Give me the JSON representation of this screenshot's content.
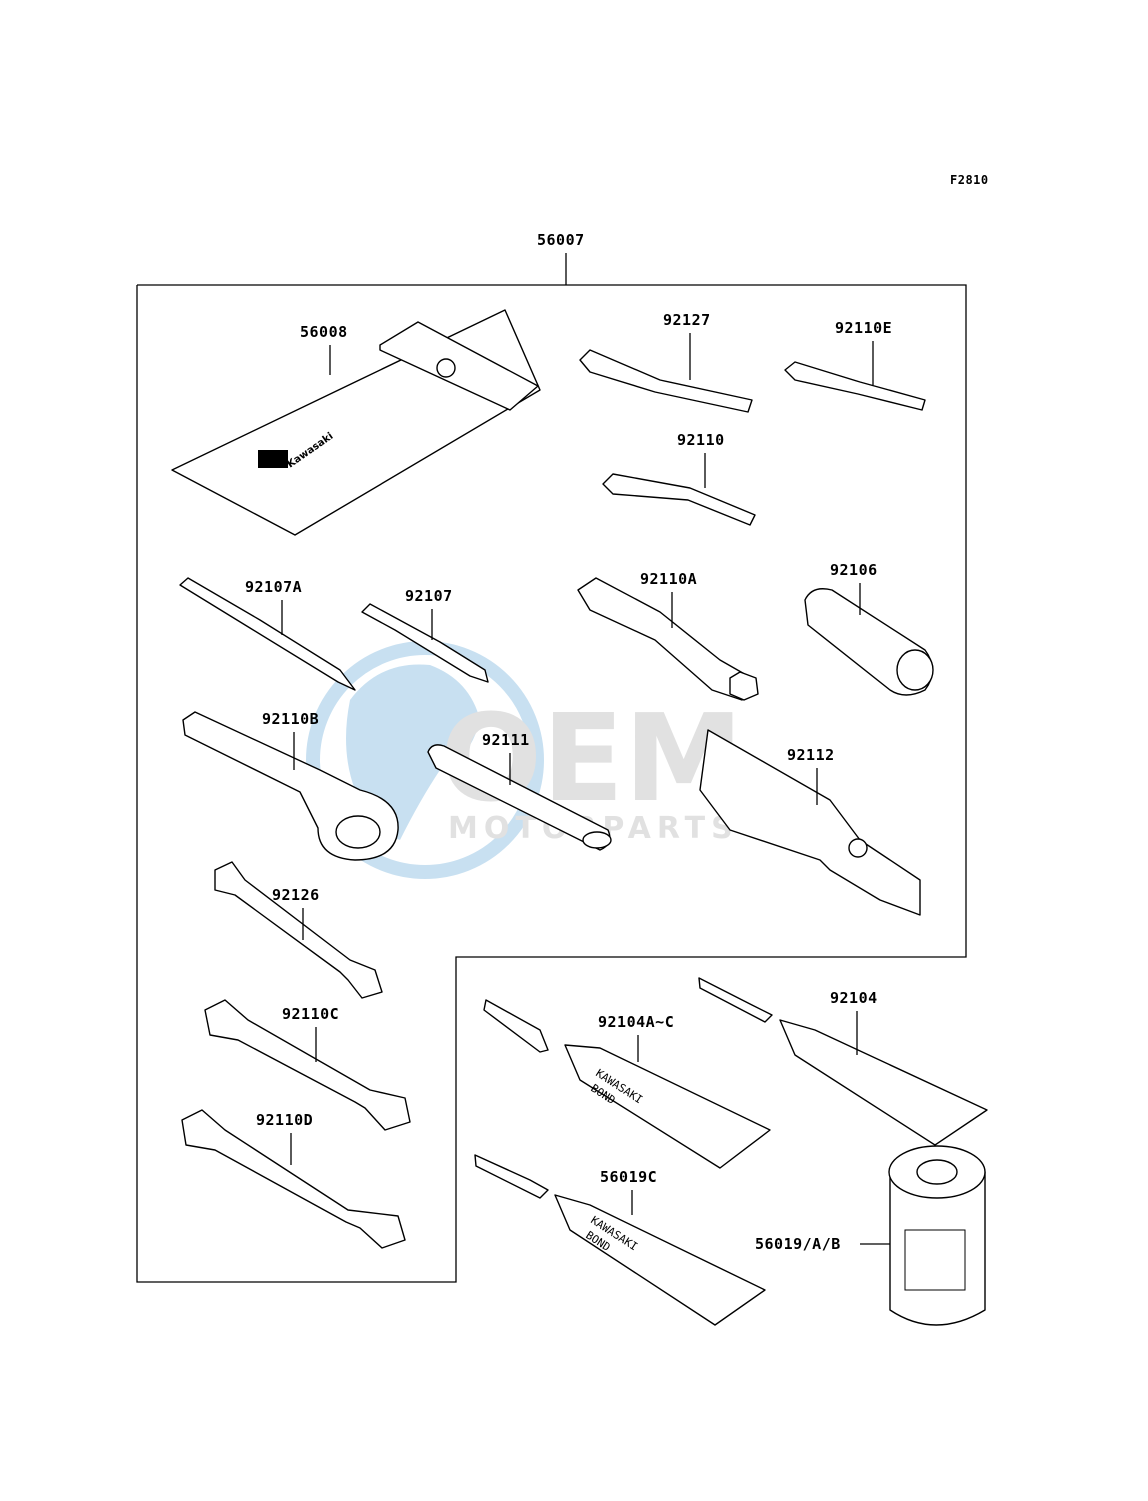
{
  "figure_code": "F2810",
  "watermark": {
    "brand": "OEM",
    "sub": "MOTORPARTS",
    "colors": {
      "globe": "#9cc8e6",
      "letters": "#c9c9c9"
    }
  },
  "kit_label": "56007",
  "parts": [
    {
      "id": "56008",
      "label": "56008"
    },
    {
      "id": "92127",
      "label": "92127"
    },
    {
      "id": "92110E",
      "label": "92110E"
    },
    {
      "id": "92110",
      "label": "92110"
    },
    {
      "id": "92107A",
      "label": "92107A"
    },
    {
      "id": "92107",
      "label": "92107"
    },
    {
      "id": "92110A",
      "label": "92110A"
    },
    {
      "id": "92106",
      "label": "92106"
    },
    {
      "id": "92110B",
      "label": "92110B"
    },
    {
      "id": "92111",
      "label": "92111"
    },
    {
      "id": "92112",
      "label": "92112"
    },
    {
      "id": "92126",
      "label": "92126"
    },
    {
      "id": "92110C",
      "label": "92110C"
    },
    {
      "id": "92110D",
      "label": "92110D"
    },
    {
      "id": "92104A~C",
      "label": "92104A~C"
    },
    {
      "id": "92104",
      "label": "92104"
    },
    {
      "id": "56019C",
      "label": "56019C"
    },
    {
      "id": "56019/A/B",
      "label": "56019/A/B"
    }
  ],
  "markings": {
    "pouch_logo": "Kawasaki",
    "tube_brand_line1": "KAWASAKI",
    "tube_brand_line2": "BOND"
  }
}
